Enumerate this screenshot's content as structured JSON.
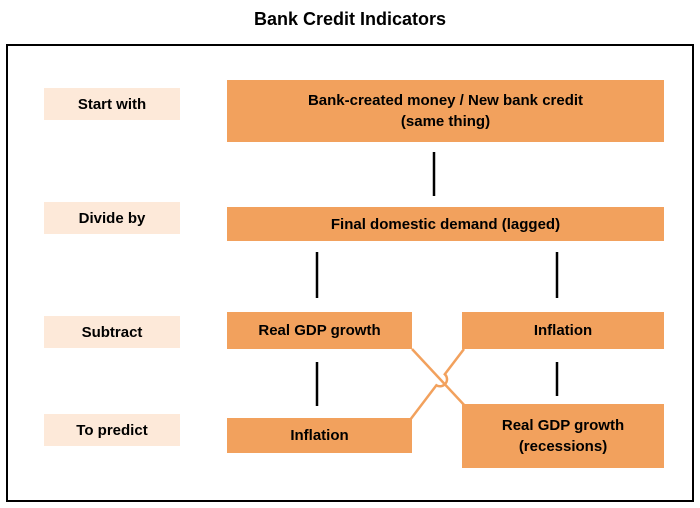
{
  "title": "Bank Credit Indicators",
  "colors": {
    "box_orange": "#F2A15D",
    "label_peach": "#FDE9D9",
    "line_black": "#000000",
    "border_black": "#000000"
  },
  "row_labels": {
    "start": "Start with",
    "divide": "Divide by",
    "subtract": "Subtract",
    "predict": "To predict"
  },
  "boxes": {
    "start": {
      "line1": "Bank-created money / New bank credit",
      "line2": "(same thing)"
    },
    "divide": "Final domestic demand (lagged)",
    "subtract_left": "Real GDP growth",
    "subtract_right": "Inflation",
    "predict_left": "Inflation",
    "predict_right": {
      "line1": "Real GDP growth",
      "line2": "(recessions)"
    }
  }
}
